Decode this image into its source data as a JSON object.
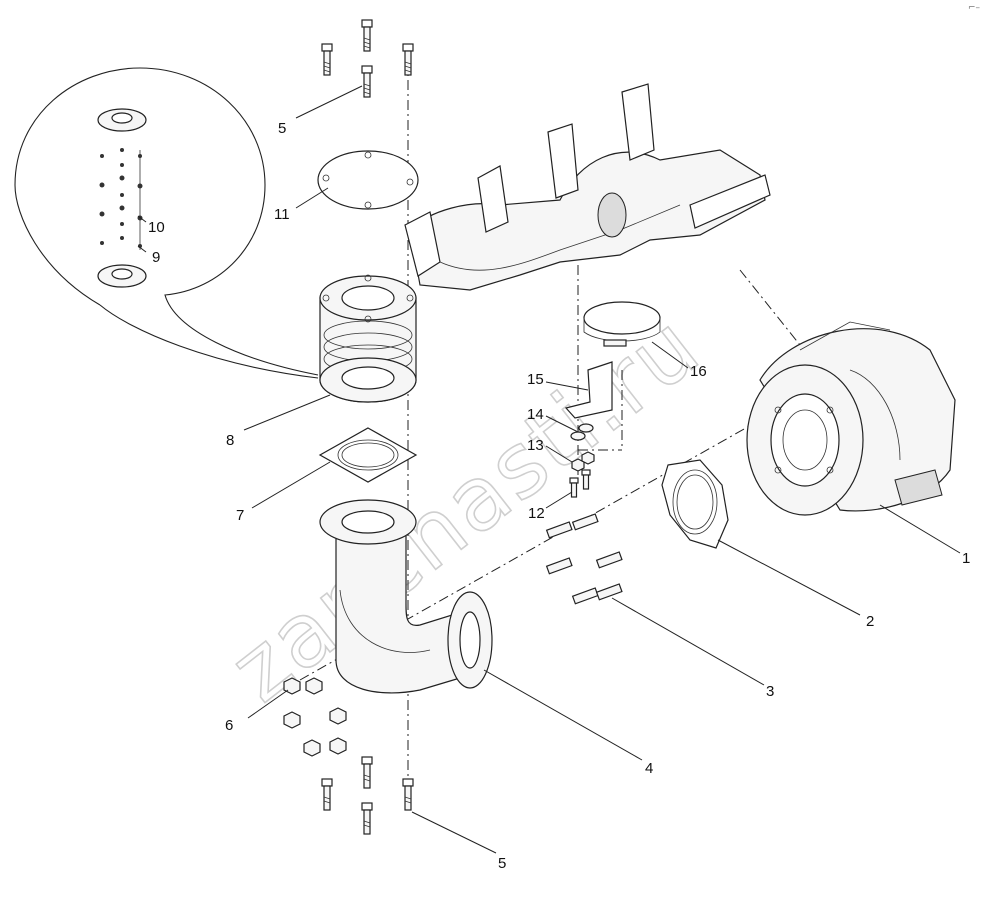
{
  "watermark": "zapchasti.ru",
  "corner_mark": "⌐–",
  "callouts": [
    {
      "id": "c1",
      "label": "1"
    },
    {
      "id": "c2",
      "label": "2"
    },
    {
      "id": "c3",
      "label": "3"
    },
    {
      "id": "c4",
      "label": "4"
    },
    {
      "id": "c5a",
      "label": "5"
    },
    {
      "id": "c5b",
      "label": "5"
    },
    {
      "id": "c6",
      "label": "6"
    },
    {
      "id": "c7",
      "label": "7"
    },
    {
      "id": "c8",
      "label": "8"
    },
    {
      "id": "c9",
      "label": "9"
    },
    {
      "id": "c10",
      "label": "10"
    },
    {
      "id": "c11",
      "label": "11"
    },
    {
      "id": "c12",
      "label": "12"
    },
    {
      "id": "c13",
      "label": "13"
    },
    {
      "id": "c14",
      "label": "14"
    },
    {
      "id": "c15",
      "label": "15"
    },
    {
      "id": "c16",
      "label": "16"
    }
  ]
}
